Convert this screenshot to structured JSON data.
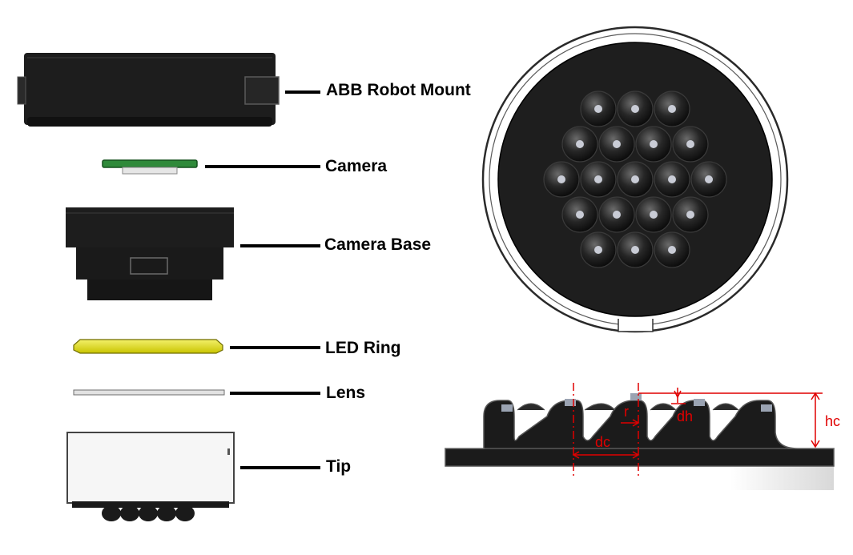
{
  "components": [
    {
      "label": "ABB Robot Mount",
      "color": "#1c1c1c"
    },
    {
      "label": "Camera",
      "color": "#2f8a3a"
    },
    {
      "label": "Camera Base",
      "color": "#1c1c1c"
    },
    {
      "label": "LED Ring",
      "color": "#e3e000"
    },
    {
      "label": "Lens",
      "color": "#dddddd"
    },
    {
      "label": "Tip",
      "color": "#f4f4f4"
    }
  ],
  "dimensions": {
    "r": "r",
    "dc": "dc",
    "dh": "dh",
    "hc": "hc",
    "color": "#e00000"
  }
}
